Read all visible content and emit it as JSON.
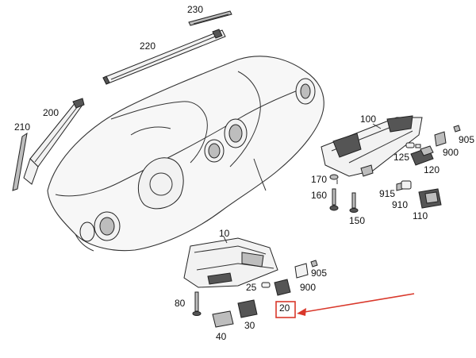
{
  "diagram": {
    "labels": {
      "p230": "230",
      "p220": "220",
      "p210": "210",
      "p200": "200",
      "p100": "100",
      "p905a": "905",
      "p900a": "900",
      "p125": "125",
      "p120": "120",
      "p170": "170",
      "p160": "160",
      "p915": "915",
      "p910": "910",
      "p110": "110",
      "p150": "150",
      "p10": "10",
      "p905b": "905",
      "p25": "25",
      "p900b": "900",
      "p80": "80",
      "p20": "20",
      "p30": "30",
      "p40": "40"
    },
    "highlight": {
      "label_ref": "20",
      "box_color": "#d9382b",
      "arrow_color": "#d9382b"
    }
  }
}
